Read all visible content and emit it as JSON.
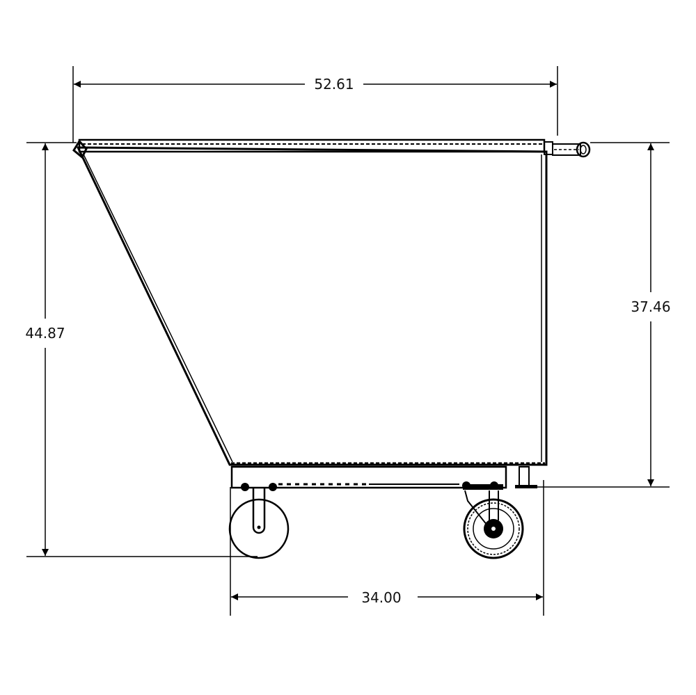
{
  "drawing": {
    "dimensions": {
      "overall_length": "52.61",
      "overall_height": "44.87",
      "body_height": "37.46",
      "wheelbase": "34.00"
    }
  }
}
